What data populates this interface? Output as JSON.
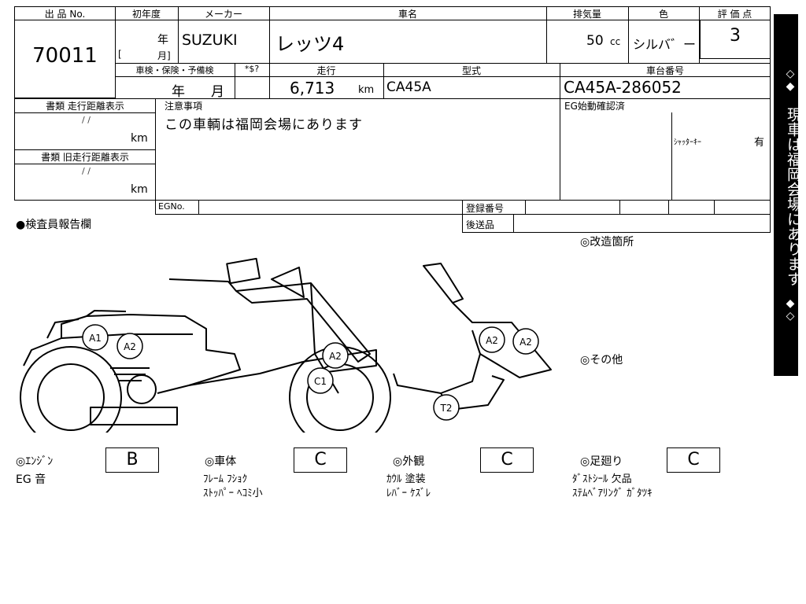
{
  "header": {
    "lot_no_label": "出 品 No.",
    "lot_no": "70011",
    "first_reg_label": "初年度",
    "year_unit": "年",
    "month_unit": "月]",
    "bracket_open": "[",
    "maker_label": "メーカー",
    "maker": "SUZUKI",
    "model_label": "車名",
    "model": "レッツ4",
    "displacement_label": "排気量",
    "displacement": "50",
    "displacement_unit": "cc",
    "color_label": "色",
    "color": "シルバ゛ー",
    "score_label": "評 価 点",
    "score": "3"
  },
  "row2": {
    "inspection_label": "車検・保険・予備検",
    "recycle_label": "*$?",
    "mileage_label": "走行",
    "type_label": "型式",
    "frame_label": "車台番号",
    "year_unit": "年",
    "month_unit": "月",
    "mileage": "6,713",
    "mileage_unit": "km",
    "type": "CA45A",
    "frame_no": "CA45A-286052"
  },
  "left_panel": {
    "doc_mileage_label": "書類 走行距離表示",
    "doc_old_mileage_label": "書類 旧走行距離表示",
    "date_placeholder": "/ /",
    "km_unit": "km"
  },
  "notes": {
    "label": "注意事項",
    "text": "この車輌は福岡会場にあります",
    "eg_check_label": "EG始動確認済",
    "shutter_key_label": "ｼｬｯﾀｰｷｰ",
    "shutter_key_value": "有"
  },
  "bottom_row": {
    "egno_label": "EGNo.",
    "reg_no_label": "登録番号",
    "rear_label": "後送品"
  },
  "inspector": {
    "report_label": "●検査員報告欄",
    "modification_label": "◎改造箇所",
    "other_label": "◎その他"
  },
  "diagram_marks": [
    "A1",
    "A2",
    "A2",
    "C1",
    "A2",
    "A2",
    "T2"
  ],
  "grades": [
    {
      "label": "◎ｴﾝｼﾞﾝ",
      "grade": "B",
      "notes": [
        "EG 音"
      ]
    },
    {
      "label": "◎車体",
      "grade": "C",
      "notes": [
        "ﾌﾚｰﾑ ﾌｼｮｸ",
        "ｽﾄｯﾊﾟｰ ﾍｺﾐ小"
      ]
    },
    {
      "label": "◎外観",
      "grade": "C",
      "notes": [
        "ｶｳﾙ 塗装",
        "ﾚﾊﾞｰ ｹｽﾞﾚ"
      ]
    },
    {
      "label": "◎足廻り",
      "grade": "C",
      "notes": [
        "ﾀﾞｽﾄｼｰﾙ 欠品",
        "ｽﾃﾑﾍﾞｱﾘﾝｸﾞ ｶﾞﾀﾂｷ"
      ]
    }
  ],
  "sidebar": {
    "top_marks": "◇◆",
    "text": "現車は福岡会場にあります",
    "bottom_marks": "◆◇"
  }
}
